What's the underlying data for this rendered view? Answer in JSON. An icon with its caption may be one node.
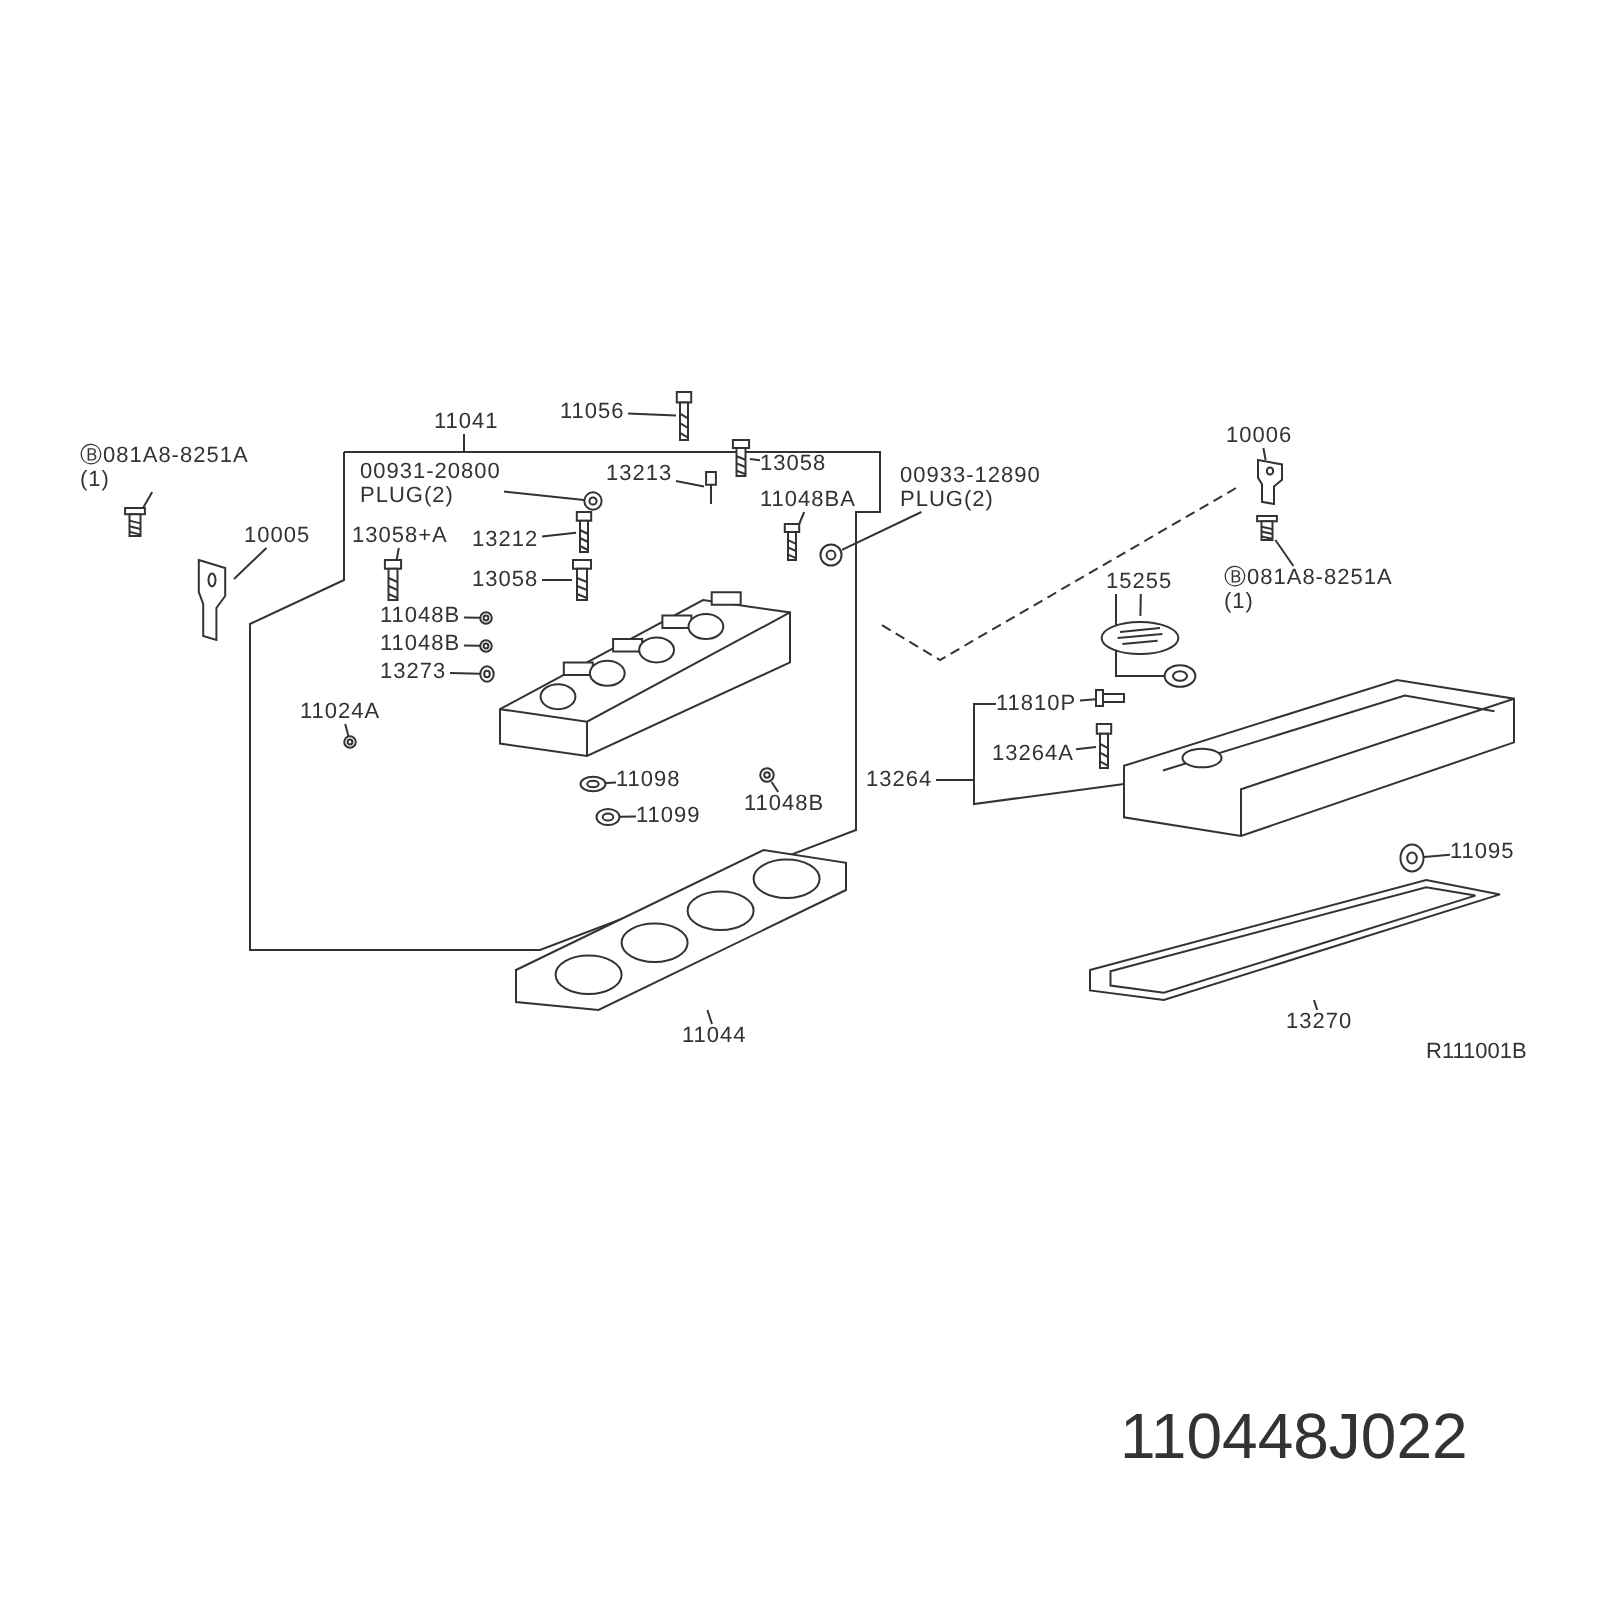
{
  "diagram": {
    "nodes": [
      {
        "text": [
          "11041"
        ]
      },
      {
        "text": [
          "11056"
        ]
      },
      {
        "text": [
          "13213"
        ]
      },
      {
        "text": [
          "13058"
        ]
      },
      {
        "text": [
          "00931-20800 PLUG(2)"
        ]
      },
      {
        "text": [
          "11048BA"
        ]
      },
      {
        "text": [
          "00933-12890 PLUG(2)"
        ]
      },
      {
        "text": [
          "Ⓑ081A8-8251A (1)"
        ]
      },
      {
        "text": [
          "10005"
        ]
      },
      {
        "text": [
          "13058+A"
        ]
      },
      {
        "text": [
          "13212"
        ]
      },
      {
        "text": [
          "13058"
        ]
      },
      {
        "text": [
          "11048B"
        ]
      },
      {
        "text": [
          "11048B"
        ]
      },
      {
        "text": [
          "13273"
        ]
      },
      {
        "text": [
          "11024A"
        ]
      },
      {
        "text": [
          "11048B"
        ]
      },
      {
        "text": [
          "11098"
        ]
      },
      {
        "text": [
          "11099"
        ]
      },
      {
        "text": [
          "11044"
        ]
      },
      {
        "text": [
          "10006"
        ]
      },
      {
        "text": [
          "Ⓑ081A8-8251A (1)"
        ]
      },
      {
        "text": [
          "15255"
        ]
      },
      {
        "text": [
          "11810P"
        ]
      },
      {
        "text": [
          "13264A"
        ]
      },
      {
        "text": [
          "13264"
        ]
      },
      {
        "text": [
          "11095"
        ]
      },
      {
        "text": [
          "13270"
        ]
      },
      {
        "text": [],
        "shape": "picture"
      },
      {
        "text": [],
        "shape": "picture"
      },
      {
        "text": [],
        "shape": "picture"
      },
      {
        "text": [],
        "shape": "picture"
      },
      {
        "text": [],
        "shape": "picture"
      },
      {
        "text": [],
        "shape": "picture"
      },
      {
        "text": [],
        "shape": "picture"
      },
      {
        "text": [],
        "shape": "picture"
      },
      {
        "text": [],
        "shape": "picture"
      },
      {
        "text": [],
        "shape": "picture"
      },
      {
        "text": [],
        "shape": "picture"
      },
      {
        "text": [],
        "shape": "picture"
      },
      {
        "text": [],
        "shape": "picture"
      },
      {
        "text": [],
        "shape": "picture"
      },
      {
        "text": [],
        "shape": "picture"
      },
      {
        "text": [],
        "shape": "picture"
      },
      {
        "text": [],
        "shape": "picture"
      },
      {
        "text": [],
        "shape": "picture"
      },
      {
        "text": [],
        "shape": "picture"
      },
      {
        "text": [],
        "shape": "picture"
      },
      {
        "text": [],
        "shape": "picture"
      },
      {
        "text": [],
        "shape": "picture"
      },
      {
        "text": [],
        "shape": "picture"
      },
      {
        "text": [],
        "shape": "picture"
      },
      {
        "text": [],
        "shape": "picture"
      },
      {
        "text": [],
        "shape": "picture"
      },
      {
        "text": [],
        "shape": "picture"
      },
      {
        "text": [],
        "shape": "picture"
      },
      {
        "text": [],
        "shape": "picture"
      }
    ],
    "edges": [
      {
        "from": 0,
        "to": null,
        "arrow": "none"
      },
      {
        "from": 1,
        "to": 29,
        "arrow": "none"
      },
      {
        "from": 2,
        "to": 30,
        "arrow": "none"
      },
      {
        "from": 3,
        "to": 31,
        "arrow": "none"
      },
      {
        "from": 4,
        "to": 32,
        "arrow": "none"
      },
      {
        "from": 5,
        "to": 33,
        "arrow": "none"
      },
      {
        "from": 6,
        "to": 34,
        "arrow": "none"
      },
      {
        "from": 7,
        "to": 35,
        "arrow": "none"
      },
      {
        "from": 8,
        "to": 36,
        "arrow": "none"
      },
      {
        "from": 9,
        "to": 37,
        "arrow": "none"
      },
      {
        "from": 10,
        "to": 38,
        "arrow": "none"
      },
      {
        "from": 11,
        "to": 39,
        "arrow": "none"
      },
      {
        "from": 12,
        "to": 40,
        "arrow": "none"
      },
      {
        "from": 13,
        "to": 41,
        "arrow": "none"
      },
      {
        "from": 14,
        "to": 42,
        "arrow": "none"
      },
      {
        "from": 15,
        "to": 43,
        "arrow": "none"
      },
      {
        "from": 16,
        "to": 44,
        "arrow": "none"
      },
      {
        "from": 17,
        "to": 45,
        "arrow": "none"
      },
      {
        "from": 18,
        "to": 46,
        "arrow": "none"
      },
      {
        "from": 19,
        "to": 47,
        "arrow": "none"
      },
      {
        "from": 20,
        "to": 48,
        "arrow": "none"
      },
      {
        "from": 21,
        "to": 49,
        "arrow": "none"
      },
      {
        "from": 22,
        "to": 50,
        "arrow": "none"
      },
      {
        "from": 22,
        "to": 51,
        "arrow": "none"
      },
      {
        "from": 23,
        "to": 52,
        "arrow": "none"
      },
      {
        "from": 24,
        "to": 53,
        "arrow": "none"
      },
      {
        "from": 25,
        "to": 54,
        "arrow": "none"
      },
      {
        "from": 26,
        "to": 55,
        "arrow": "none"
      },
      {
        "from": 27,
        "to": 56,
        "arrow": "none"
      }
    ],
    "labels": [
      "R111001B",
      "110448J022"
    ]
  }
}
